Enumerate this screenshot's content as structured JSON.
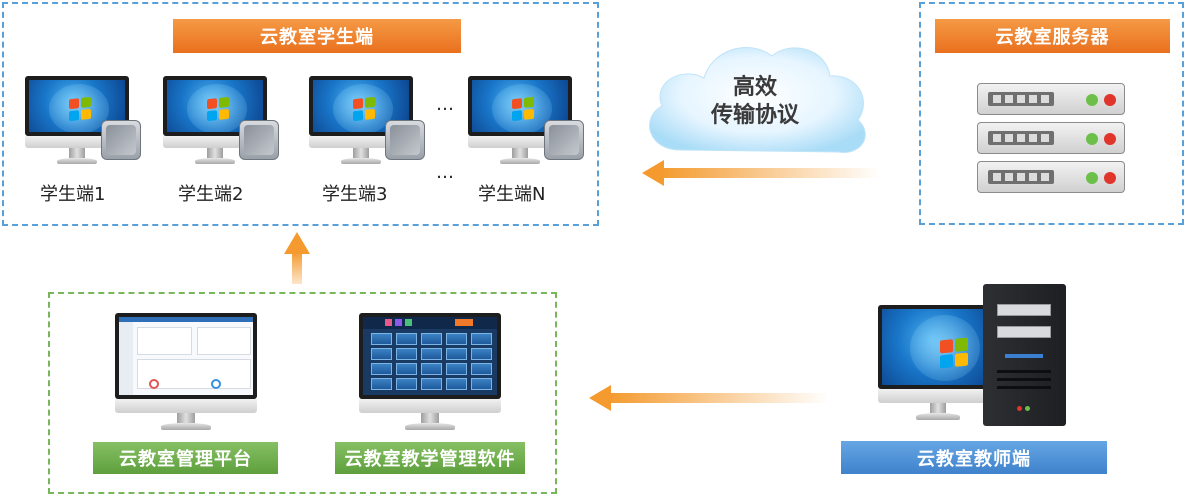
{
  "student_group": {
    "title": "云教室学生端",
    "clients": [
      "学生端1",
      "学生端2",
      "学生端3",
      "学生端N"
    ],
    "ellipsis": "…"
  },
  "server_group": {
    "title": "云教室服务器"
  },
  "cloud": {
    "line1": "高效",
    "line2": "传输协议"
  },
  "management_group": {
    "platform_label": "云教室管理平台",
    "software_label": "云教室教学管理软件"
  },
  "teacher": {
    "label": "云教室教师端"
  },
  "colors": {
    "orange_banner": "#f08430",
    "green_banner": "#6aac48",
    "blue_banner": "#4a8fd6",
    "blue_dashed": "#5aa0d8",
    "green_dashed": "#77b75a",
    "arrow_orange": "#f5a03d"
  }
}
